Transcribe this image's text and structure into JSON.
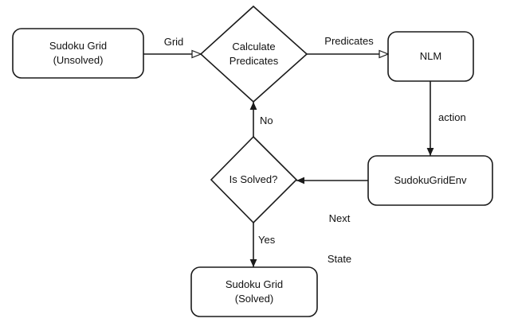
{
  "diagram": {
    "title": "Sudoku solving pipeline flowchart",
    "background_color": "#ffffff",
    "stroke_color": "#1a1a1a",
    "text_color": "#111111",
    "nodes": [
      {
        "id": "sudoku-grid-unsolved",
        "shape": "rounded-rect",
        "line1": "Sudoku Grid",
        "line2": "(Unsolved)"
      },
      {
        "id": "calculate-predicates",
        "shape": "diamond",
        "line1": "Calculate",
        "line2": "Predicates"
      },
      {
        "id": "nlm",
        "shape": "rounded-rect",
        "line1": "NLM",
        "line2": ""
      },
      {
        "id": "sudoku-grid-env",
        "shape": "rounded-rect",
        "line1": "SudokuGridEnv",
        "line2": ""
      },
      {
        "id": "is-solved",
        "shape": "diamond",
        "line1": "Is Solved?",
        "line2": ""
      },
      {
        "id": "sudoku-grid-solved",
        "shape": "rounded-rect",
        "line1": "Sudoku Grid",
        "line2": "(Solved)"
      }
    ],
    "edges": [
      {
        "id": "edge-grid",
        "from": "sudoku-grid-unsolved",
        "to": "calculate-predicates",
        "label": "Grid",
        "arrowhead": "open-triangle"
      },
      {
        "id": "edge-predicates",
        "from": "calculate-predicates",
        "to": "nlm",
        "label": "Predicates",
        "arrowhead": "open-triangle"
      },
      {
        "id": "edge-action",
        "from": "nlm",
        "to": "sudoku-grid-env",
        "label": "action",
        "arrowhead": "filled-triangle"
      },
      {
        "id": "edge-next-state",
        "from": "sudoku-grid-env",
        "to": "is-solved",
        "label_line1": "Next",
        "label_line2": "State",
        "arrowhead": "filled-triangle"
      },
      {
        "id": "edge-no",
        "from": "is-solved",
        "to": "calculate-predicates",
        "label": "No",
        "arrowhead": "filled-triangle"
      },
      {
        "id": "edge-yes",
        "from": "is-solved",
        "to": "sudoku-grid-solved",
        "label": "Yes",
        "arrowhead": "filled-triangle"
      }
    ]
  }
}
